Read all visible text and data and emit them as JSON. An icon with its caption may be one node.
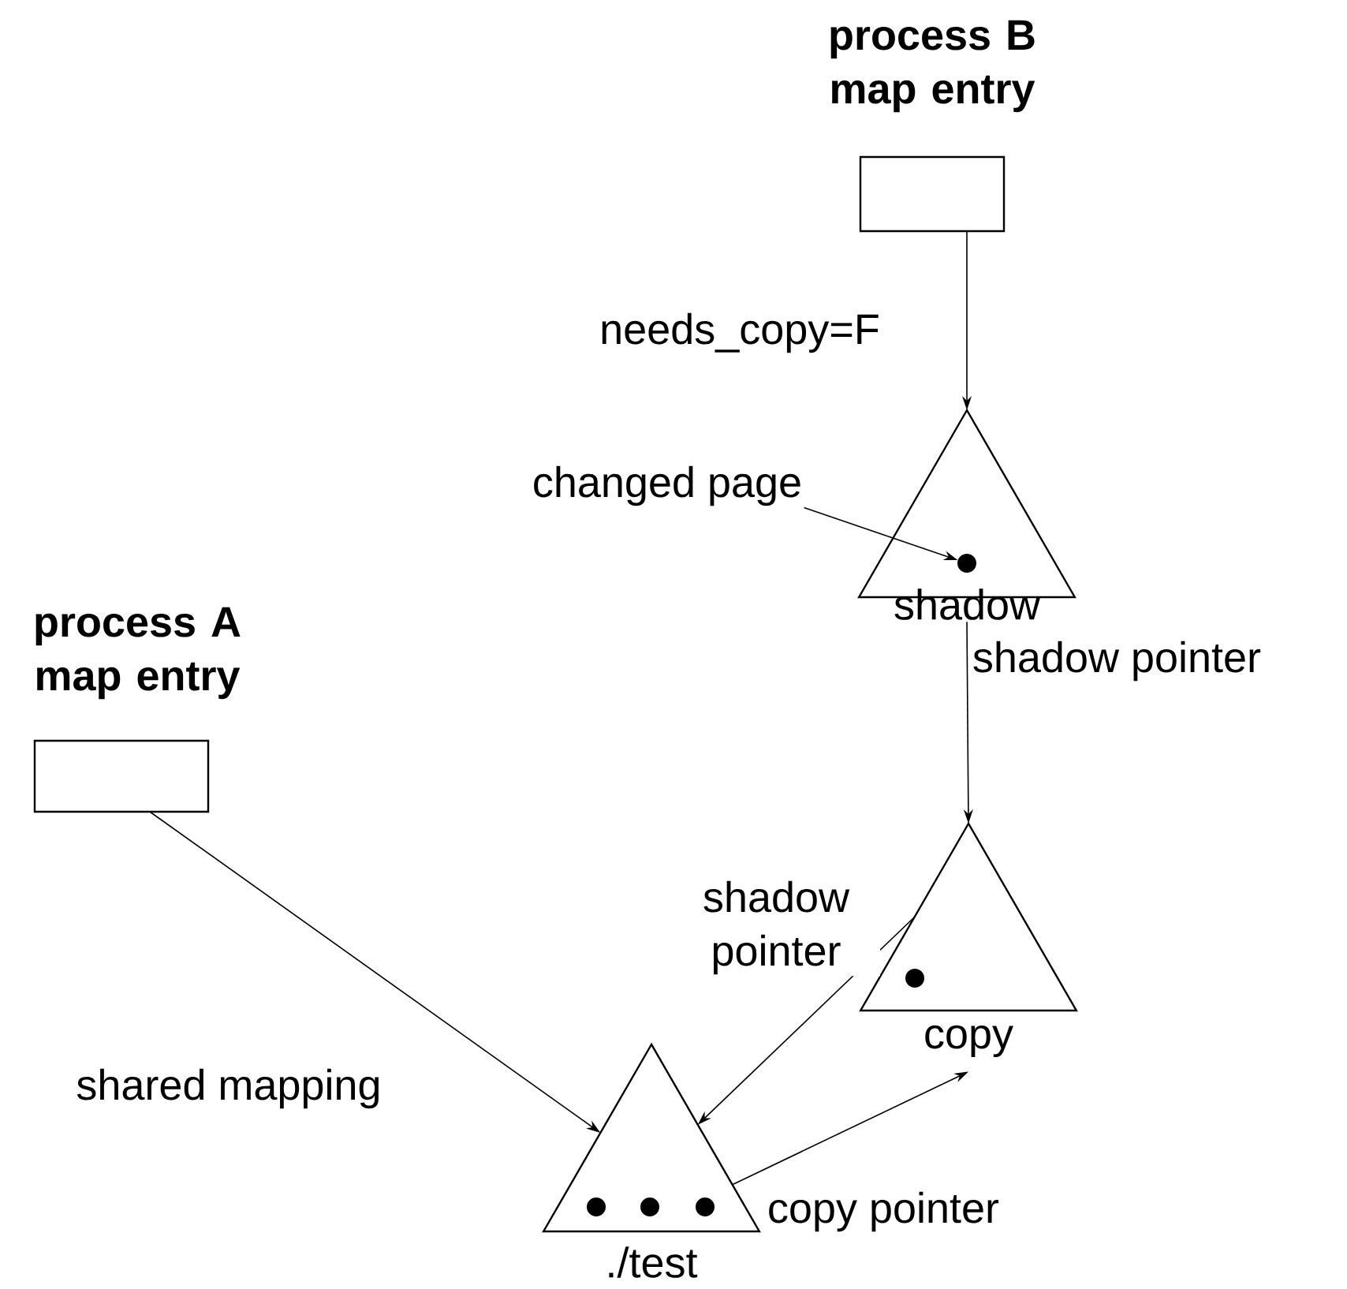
{
  "diagram": {
    "nodes": [
      {
        "text": [
          "process B map entry"
        ]
      },
      {
        "text": [
          "shadow"
        ]
      },
      {
        "text": [
          "changed page"
        ]
      },
      {
        "text": [],
        "shape": "circle",
        "in": 1
      },
      {
        "text": [
          "process A map entry"
        ]
      },
      {
        "text": [
          "copy"
        ]
      },
      {
        "text": [
          "./test"
        ]
      }
    ],
    "edges": [
      {
        "from": 0,
        "to": 1,
        "arrow": "to",
        "label": "needs_copy=F"
      },
      {
        "from": 2,
        "to": 3,
        "arrow": "to"
      },
      {
        "from": 1,
        "to": 5,
        "arrow": "to",
        "label": "shadow pointer"
      },
      {
        "from": 4,
        "to": 6,
        "arrow": "to",
        "label": "shared mapping"
      },
      {
        "from": 5,
        "to": 6,
        "arrow": "to",
        "label": "shadow pointer"
      },
      {
        "from": 6,
        "to": 5,
        "arrow": "to",
        "label": "copy pointer"
      }
    ]
  }
}
